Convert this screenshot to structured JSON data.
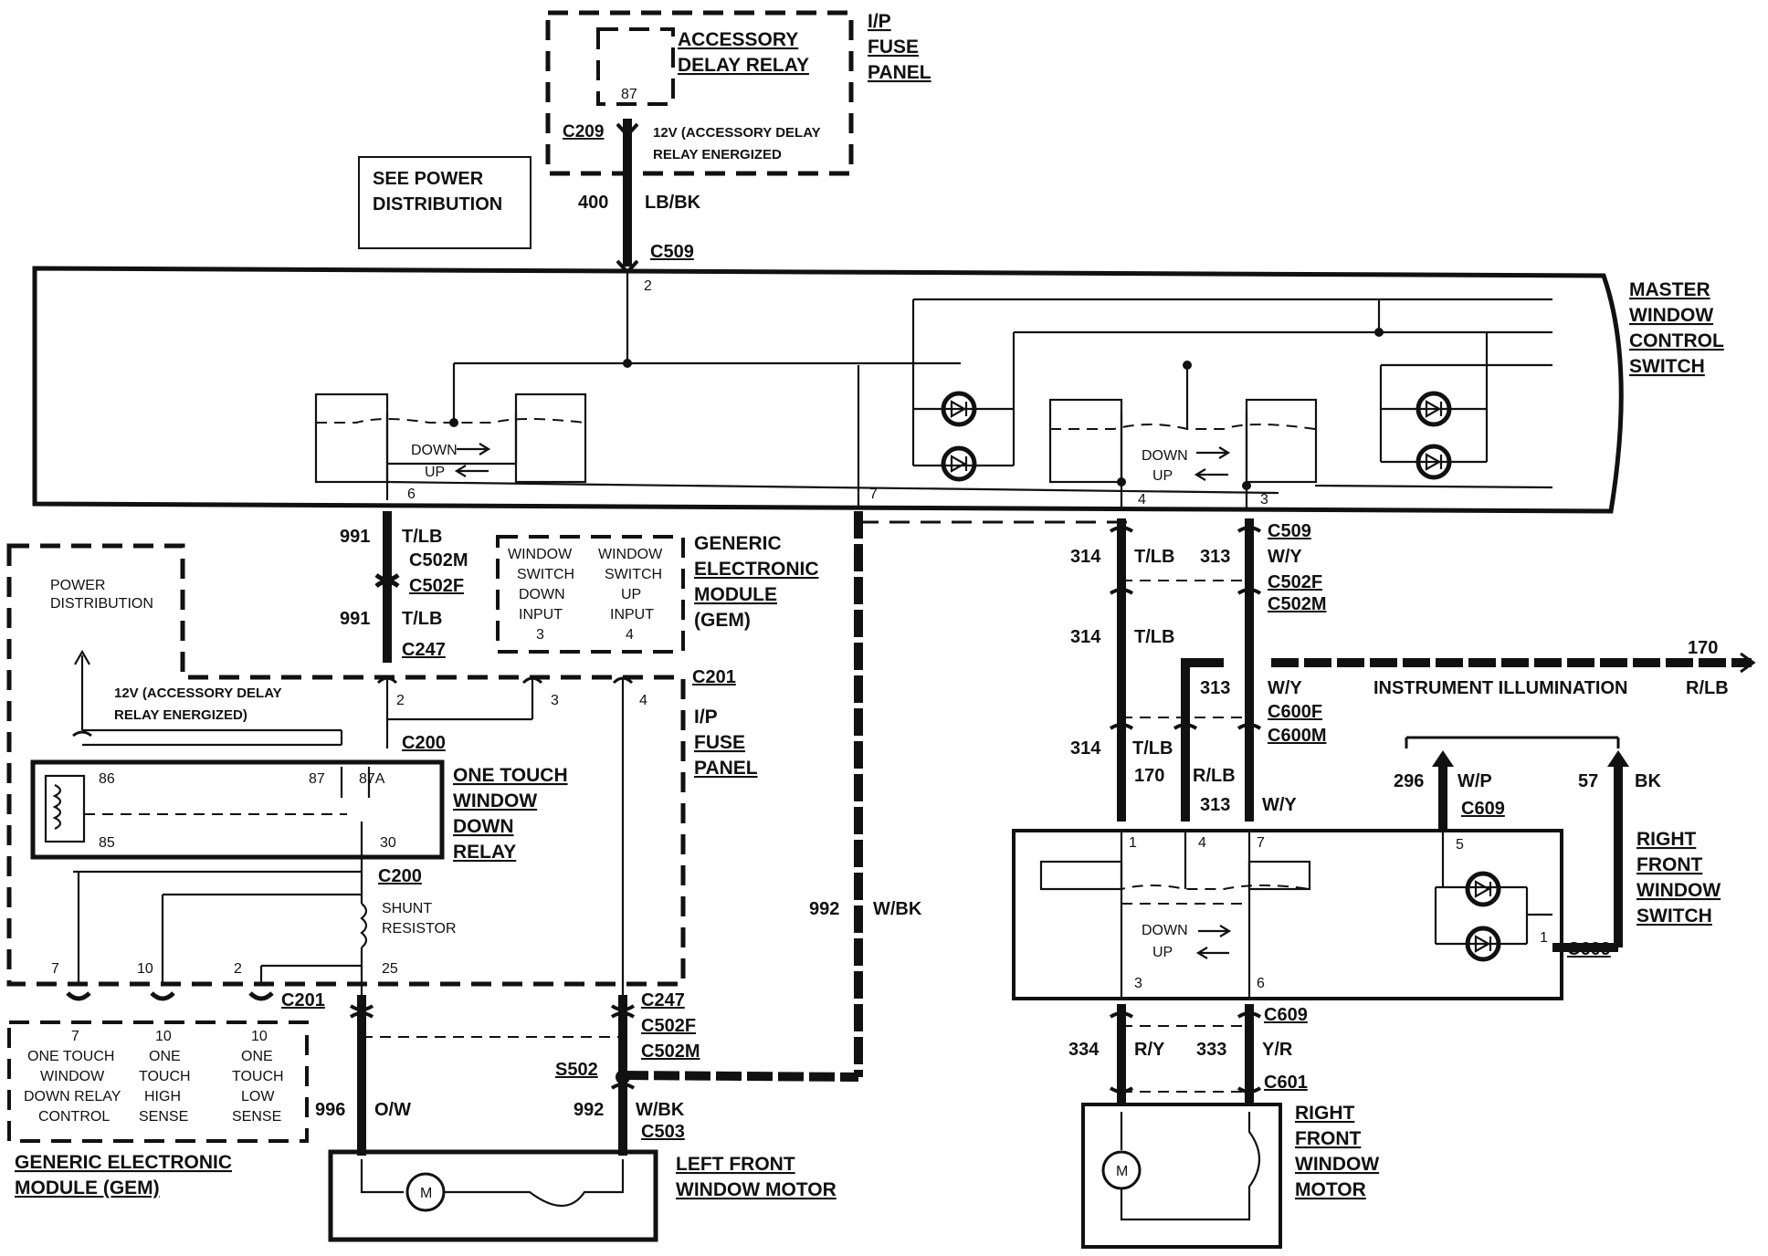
{
  "relay_panel": {
    "relay_name_line1": "ACCESSORY",
    "relay_name_line2": "DELAY RELAY",
    "pin": "87",
    "connector": "C209",
    "note_line1": "12V (ACCESSORY DELAY",
    "note_line2": "RELAY ENERGIZED",
    "panel_line1": "I/P",
    "panel_line2": "FUSE",
    "panel_line3": "PANEL"
  },
  "see_power": {
    "line1": "SEE POWER",
    "line2": "DISTRIBUTION"
  },
  "top_wire": {
    "circuit": "400",
    "color": "LB/BK",
    "connector": "C509"
  },
  "master_switch": {
    "line1": "MASTER",
    "line2": "WINDOW",
    "line3": "CONTROL",
    "line4": "SWITCH",
    "pin_2": "2",
    "pin_6": "6",
    "pin_7": "7",
    "pin_4": "4",
    "pin_3": "3",
    "down": "DOWN",
    "up": "UP"
  },
  "left_wires": {
    "c991a": "991",
    "color_a": "T/LB",
    "c502m": "C502M",
    "c502f": "C502F",
    "c991b": "991",
    "color_b": "T/LB",
    "c247": "C247"
  },
  "gem_box_top": {
    "col1_line1": "WINDOW",
    "col1_line2": "SWITCH",
    "col1_line3": "DOWN",
    "col1_line4": "INPUT",
    "col1_pin": "3",
    "col2_line1": "WINDOW",
    "col2_line2": "SWITCH",
    "col2_line3": "UP",
    "col2_line4": "INPUT",
    "col2_pin": "4",
    "label_line1": "GENERIC",
    "label_line2": "ELECTRONIC",
    "label_line3": "MODULE",
    "label_line4": "(GEM)"
  },
  "fuse_panel_left": {
    "power_line1": "POWER",
    "power_line2": "DISTRIBUTION",
    "note_line1": "12V (ACCESSORY DELAY",
    "note_line2": "RELAY ENERGIZED)",
    "c201": "C201",
    "pin2": "2",
    "pin3": "3",
    "pin4": "4",
    "c200": "C200",
    "label_line1": "I/P",
    "label_line2": "FUSE",
    "label_line3": "PANEL"
  },
  "one_touch_relay": {
    "pin86": "86",
    "pin87": "87",
    "pin87a": "87A",
    "pin85": "85",
    "pin30": "30",
    "line1": "ONE TOUCH",
    "line2": "WINDOW",
    "line3": "DOWN",
    "line4": "RELAY"
  },
  "shunt": {
    "c200": "C200",
    "line1": "SHUNT",
    "line2": "RESISTOR",
    "pin7": "7",
    "pin10": "10",
    "pin2": "2",
    "pin25": "25",
    "c201": "C201"
  },
  "gem_box_bottom": {
    "col1_pin": "7",
    "col1_line1": "ONE  TOUCH",
    "col1_line2": "WINDOW",
    "col1_line3": "DOWN RELAY",
    "col1_line4": "CONTROL",
    "col2_pin": "10",
    "col2_line1": "ONE",
    "col2_line2": "TOUCH",
    "col2_line3": "HIGH",
    "col2_line4": "SENSE",
    "col3_pin": "10",
    "col3_line1": "ONE",
    "col3_line2": "TOUCH",
    "col3_line3": "LOW",
    "col3_line4": "SENSE",
    "label_line1": "GENERIC ELECTRONIC",
    "label_line2": "MODULE (GEM)"
  },
  "left_motor": {
    "c247": "C247",
    "c502f": "C502F",
    "c502m": "C502M",
    "s502": "S502",
    "c996": "996",
    "color_996": "O/W",
    "c992": "992",
    "color_992": "W/BK",
    "c503": "C503",
    "line1": "LEFT FRONT",
    "line2": "WINDOW MOTOR",
    "motor": "M"
  },
  "mid_wire": {
    "circuit": "992",
    "color": "W/BK"
  },
  "right_wires": {
    "c314a": "314",
    "color_314a": "T/LB",
    "c313a": "313",
    "color_313a": "W/Y",
    "c509": "C509",
    "c502f": "C502F",
    "c502m": "C502M",
    "c314b": "314",
    "color_314b": "T/LB",
    "c313b": "313",
    "color_313b": "W/Y",
    "c600f": "C600F",
    "c600m": "C600M",
    "c314c": "314",
    "color_314c": "T/LB",
    "c170": "170",
    "color_170": "R/LB",
    "c313c": "313",
    "color_313c": "W/Y"
  },
  "illumination": {
    "circuit": "170",
    "label": "INSTRUMENT ILLUMINATION",
    "color": "R/LB"
  },
  "right_switch": {
    "c296": "296",
    "color_296": "W/P",
    "c609a": "C609",
    "c57": "57",
    "color_57": "BK",
    "pin1": "1",
    "pin4": "4",
    "pin7": "7",
    "pin5": "5",
    "pin1b": "1",
    "pin3": "3",
    "pin6": "6",
    "down": "DOWN",
    "up": "UP",
    "c609b": "C609",
    "line1": "RIGHT",
    "line2": "FRONT",
    "line3": "WINDOW",
    "line4": "SWITCH"
  },
  "right_motor": {
    "c609": "C609",
    "c334": "334",
    "color_334": "R/Y",
    "c333": "333",
    "color_333": "Y/R",
    "c601": "C601",
    "line1": "RIGHT",
    "line2": "FRONT",
    "line3": "WINDOW",
    "line4": "MOTOR",
    "motor": "M"
  }
}
